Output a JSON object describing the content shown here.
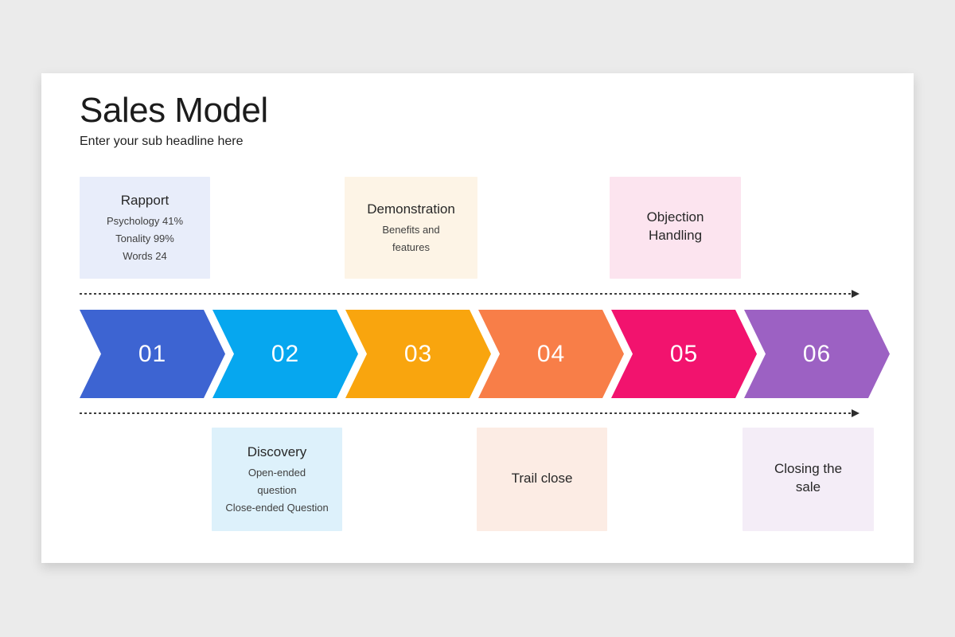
{
  "page": {
    "background": "#ebebeb",
    "slide_background": "#ffffff"
  },
  "header": {
    "title": "Sales Model",
    "subtitle": "Enter your sub headline here"
  },
  "timeline": {
    "line_color": "#3e3e3e",
    "arrowhead_color": "#2c2c2c",
    "direction": "right"
  },
  "steps": [
    {
      "number": "01",
      "color": "#3d64d2"
    },
    {
      "number": "02",
      "color": "#06a7ef"
    },
    {
      "number": "03",
      "color": "#f9a50e"
    },
    {
      "number": "04",
      "color": "#f87e48"
    },
    {
      "number": "05",
      "color": "#f2136e"
    },
    {
      "number": "06",
      "color": "#9c61c3"
    }
  ],
  "top_cards": [
    {
      "title_lines": [
        "Rapport"
      ],
      "body_lines": [
        "Psychology 41%",
        "Tonality 99%",
        "Words 24"
      ],
      "bg": "#e8edfa"
    },
    {
      "title_lines": [
        "Demonstration"
      ],
      "body_lines": [
        "Benefits and",
        "features"
      ],
      "bg": "#fdf4e6"
    },
    {
      "title_lines": [
        "Objection",
        "Handling"
      ],
      "body_lines": [],
      "bg": "#fce4ef"
    }
  ],
  "bottom_cards": [
    {
      "title_lines": [
        "Discovery"
      ],
      "body_lines": [
        "Open-ended",
        "question",
        "Close-ended Question"
      ],
      "bg": "#ddf1fb"
    },
    {
      "title_lines": [
        "Trail close"
      ],
      "body_lines": [],
      "bg": "#fcece4"
    },
    {
      "title_lines": [
        "Closing the",
        "sale"
      ],
      "body_lines": [],
      "bg": "#f4edf7"
    }
  ]
}
